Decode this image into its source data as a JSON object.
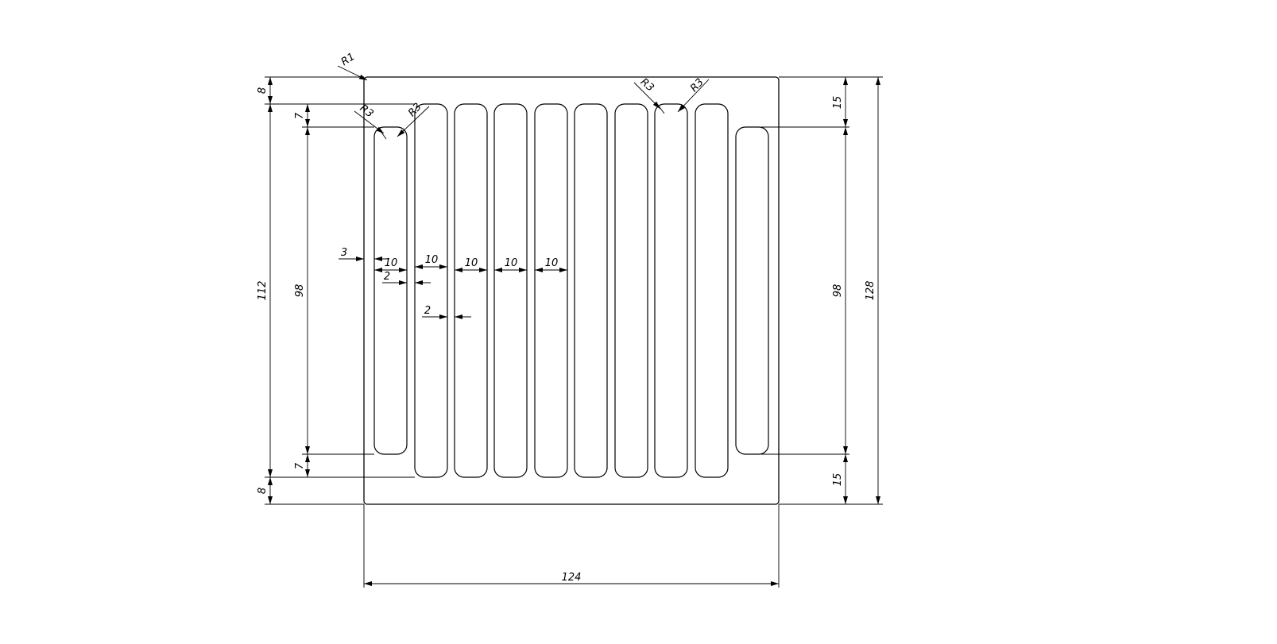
{
  "drawing": {
    "part": {
      "width": 124,
      "height": 128,
      "corner_radius": "R1"
    },
    "slots": {
      "full_slots": 8,
      "short_slots": 2,
      "slot_width": 10,
      "full_slot_length": 112,
      "short_slot_length": 98,
      "corner_radius": "R3"
    },
    "dimensions": {
      "overall_width": "124",
      "overall_height": "128",
      "top_margin": "8",
      "bottom_margin": "8",
      "full_slot_height": "112",
      "short_slot_height_left": "98",
      "short_slot_height_right": "98",
      "short_offset_top_left": "7",
      "short_offset_bottom_left": "7",
      "short_offset_top_right": "15",
      "short_offset_bottom_right": "15",
      "edge_offset": "3",
      "slot_width_1": "10",
      "slot_width_2": "10",
      "slot_width_3": "10",
      "slot_width_4": "10",
      "slot_width_5": "10",
      "gap_1": "2",
      "gap_2": "2",
      "radius_outer": "R1",
      "radius_slot_1": "R3",
      "radius_slot_2": "R3",
      "radius_slot_3": "R3",
      "radius_slot_4": "R3"
    }
  }
}
